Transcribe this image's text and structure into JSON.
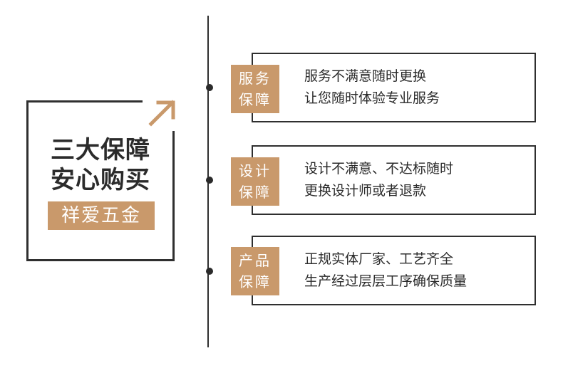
{
  "headline": {
    "line1": "三大保障",
    "line2": "安心购买",
    "brand": "祥爱五金"
  },
  "icons": {
    "arrow": "arrow-up-right-icon"
  },
  "colors": {
    "accent": "#c9996b",
    "border": "#2f2f2f"
  },
  "guarantees": [
    {
      "badge_line1": "服务",
      "badge_line2": "保障",
      "text_line1": "服务不满意随时更换",
      "text_line2": "让您随时体验专业服务"
    },
    {
      "badge_line1": "设计",
      "badge_line2": "保障",
      "text_line1": "设计不满意、不达标随时",
      "text_line2": "更换设计师或者退款"
    },
    {
      "badge_line1": "产品",
      "badge_line2": "保障",
      "text_line1": "正规实体厂家、工艺齐全",
      "text_line2": "生产经过层层工序确保质量"
    }
  ]
}
